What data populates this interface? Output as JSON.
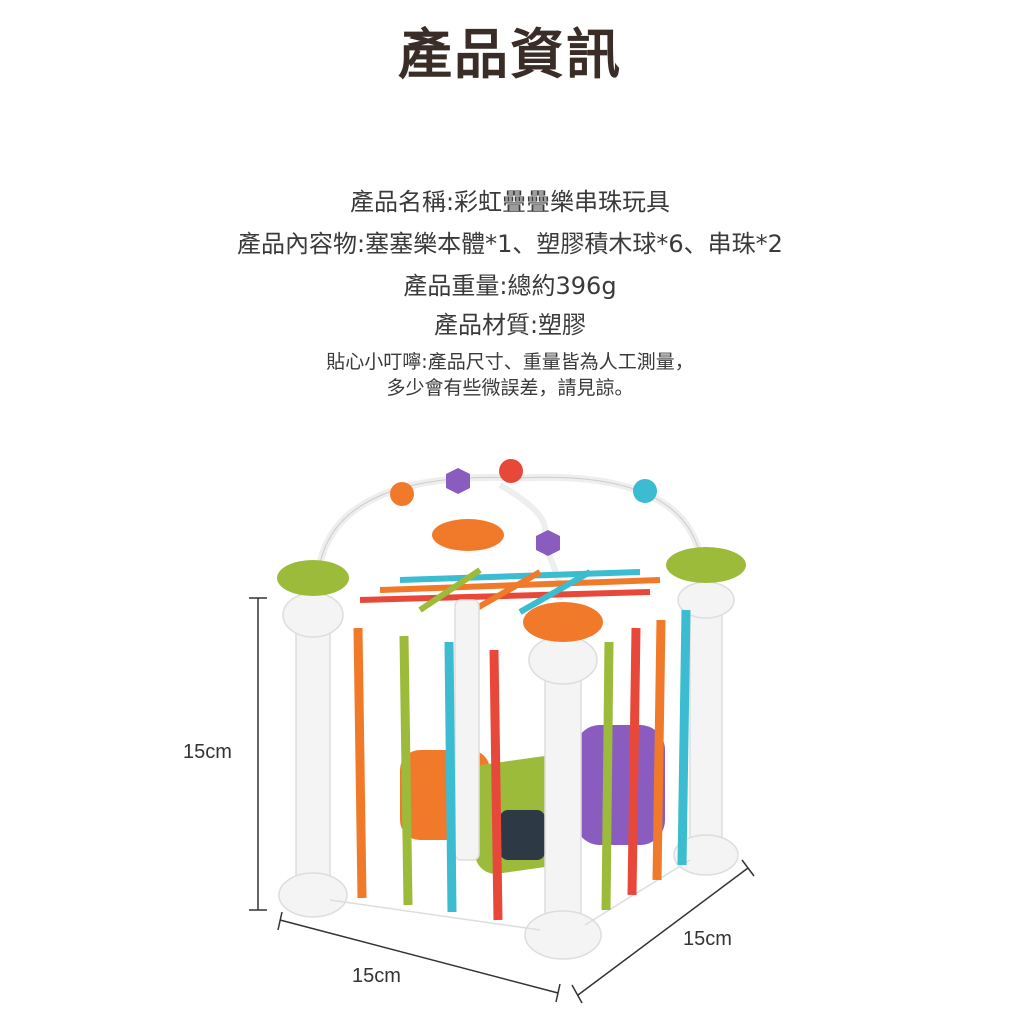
{
  "title": "產品資訊",
  "info": {
    "name": "產品名稱:彩虹疊疊樂串珠玩具",
    "contents": "產品內容物:塞塞樂本體*1、塑膠積木球*6、串珠*2",
    "weight": "產品重量:總約396g",
    "material": "產品材質:塑膠"
  },
  "note": {
    "line1": "貼心小叮嚀:產品尺寸、重量皆為人工測量，",
    "line2": "多少會有些微誤差，請見諒。"
  },
  "dimensions": {
    "height": "15cm",
    "width": "15cm",
    "depth": "15cm"
  },
  "colors": {
    "title": "#3a2d28",
    "orange": "#f07a2a",
    "green": "#9dbb3a",
    "blue": "#3bbcd0",
    "red": "#e8483a",
    "purple": "#8a5cc0"
  }
}
